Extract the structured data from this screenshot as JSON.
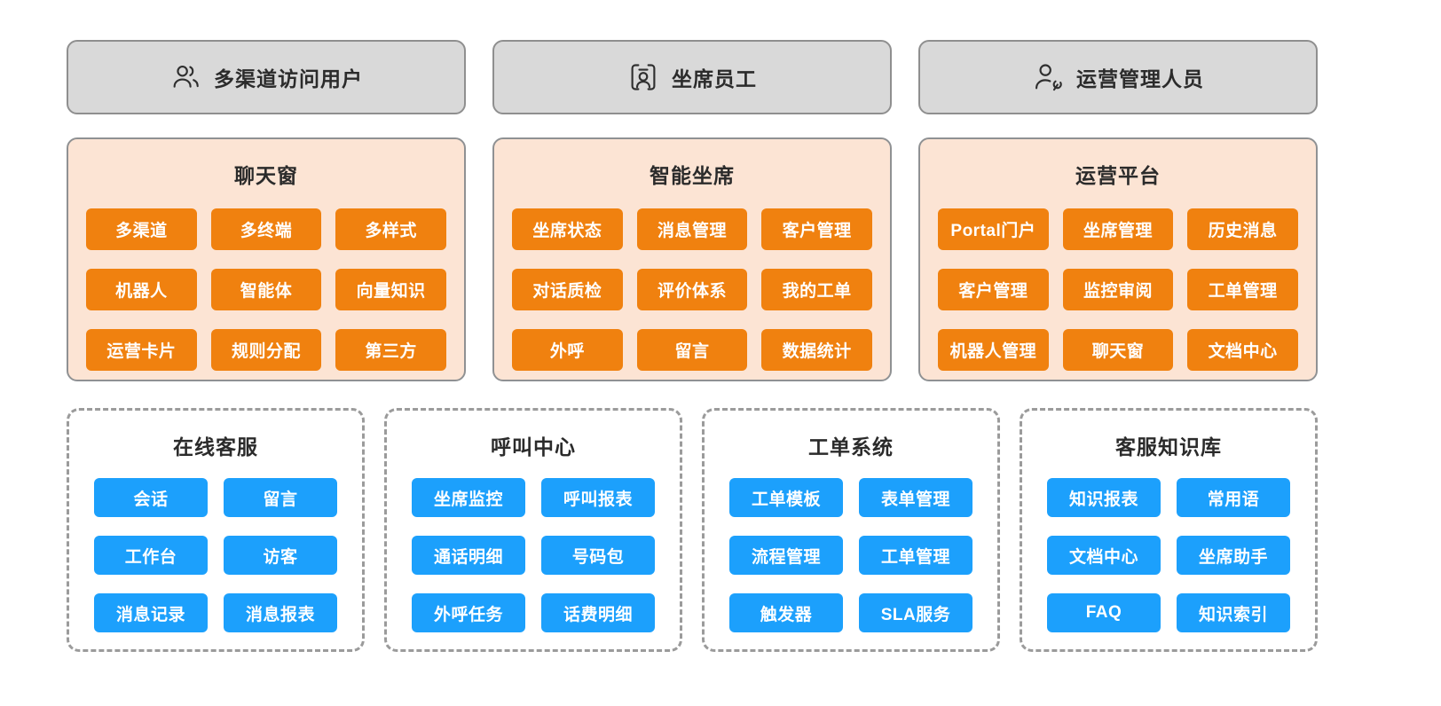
{
  "colors": {
    "background": "#ffffff",
    "actor_box_bg": "#d9d9d9",
    "actor_box_border": "#8f8f8f",
    "orange_panel_bg": "#fce4d4",
    "orange_panel_border": "#8f9193",
    "orange_chip": "#f0810f",
    "blue_chip": "#1ca0fc",
    "dashed_border": "#9b9b9b",
    "title_text": "#2b2b2b",
    "chip_text": "#ffffff"
  },
  "actors": [
    {
      "label": "多渠道访问用户",
      "icon": "users-icon"
    },
    {
      "label": "坐席员工",
      "icon": "id-badge-icon"
    },
    {
      "label": "运营管理人员",
      "icon": "user-wrench-icon"
    }
  ],
  "orange_panels": [
    {
      "title": "聊天窗",
      "items": [
        "多渠道",
        "多终端",
        "多样式",
        "机器人",
        "智能体",
        "向量知识",
        "运营卡片",
        "规则分配",
        "第三方"
      ]
    },
    {
      "title": "智能坐席",
      "items": [
        "坐席状态",
        "消息管理",
        "客户管理",
        "对话质检",
        "评价体系",
        "我的工单",
        "外呼",
        "留言",
        "数据统计"
      ]
    },
    {
      "title": "运营平台",
      "items": [
        "Portal门户",
        "坐席管理",
        "历史消息",
        "客户管理",
        "监控审阅",
        "工单管理",
        "机器人管理",
        "聊天窗",
        "文档中心"
      ]
    }
  ],
  "blue_panels": [
    {
      "title": "在线客服",
      "items": [
        "会话",
        "留言",
        "工作台",
        "访客",
        "消息记录",
        "消息报表"
      ]
    },
    {
      "title": "呼叫中心",
      "items": [
        "坐席监控",
        "呼叫报表",
        "通话明细",
        "号码包",
        "外呼任务",
        "话费明细"
      ]
    },
    {
      "title": "工单系统",
      "items": [
        "工单模板",
        "表单管理",
        "流程管理",
        "工单管理",
        "触发器",
        "SLA服务"
      ]
    },
    {
      "title": "客服知识库",
      "items": [
        "知识报表",
        "常用语",
        "文档中心",
        "坐席助手",
        "FAQ",
        "知识索引"
      ]
    }
  ]
}
